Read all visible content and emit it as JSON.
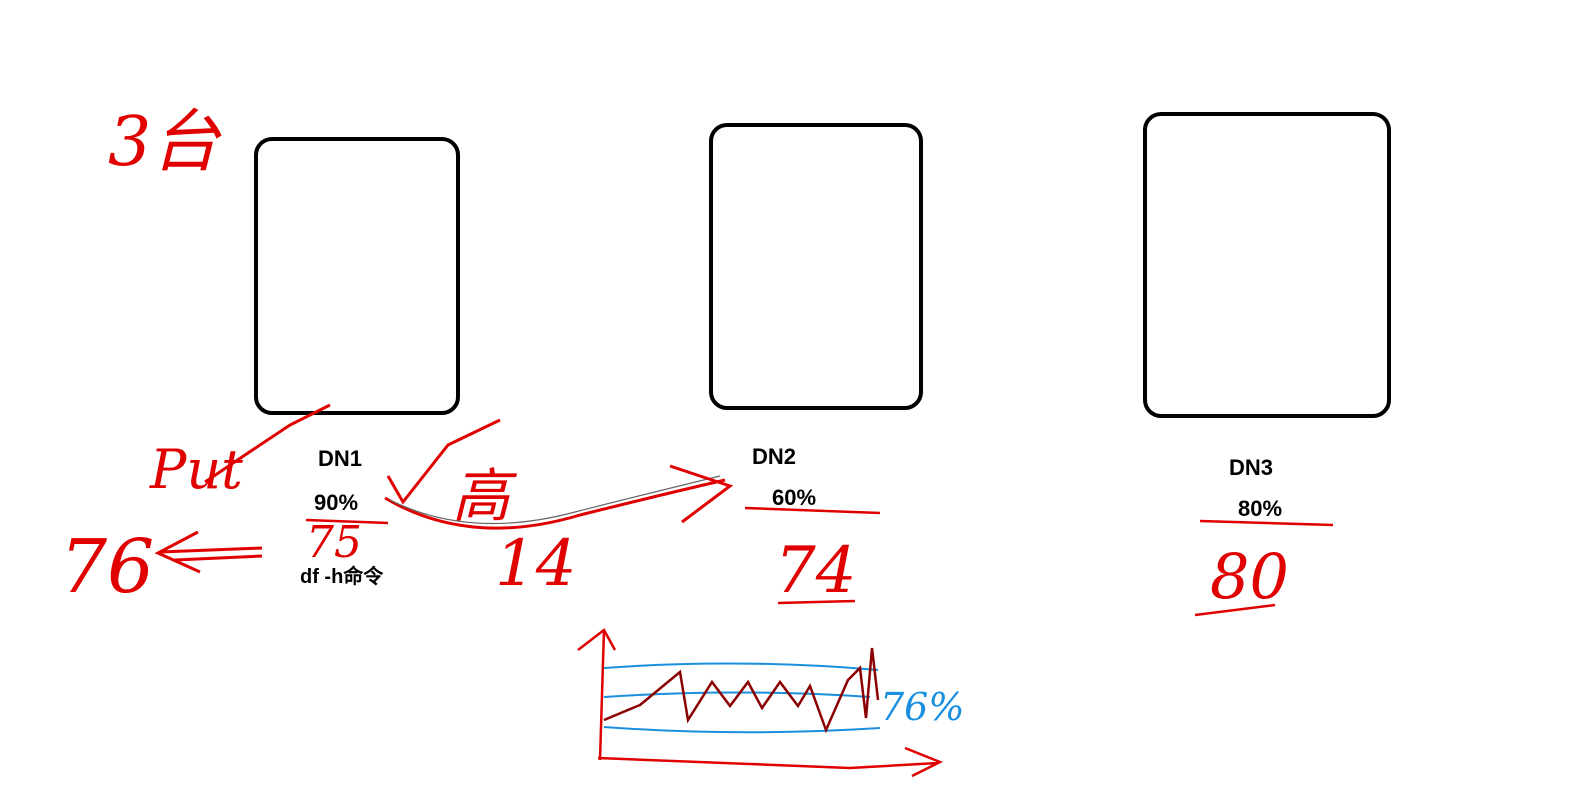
{
  "nodes": [
    {
      "name": "DN1",
      "usage": "90%",
      "handwritten_value": "75"
    },
    {
      "name": "DN2",
      "usage": "60%",
      "handwritten_value": "74"
    },
    {
      "name": "DN3",
      "usage": "80%",
      "handwritten_value": "80"
    }
  ],
  "command_label": "df -h命令",
  "annotations": {
    "top_left": "3台",
    "put": "Put",
    "move_amount": "14",
    "result": "76",
    "arrow_char": "高",
    "chart_percent": "76%"
  },
  "colors": {
    "box_border": "#000000",
    "ink_red": "#e00000",
    "ink_blue": "#1a8fe0",
    "ink_darkred": "#8b0000"
  }
}
